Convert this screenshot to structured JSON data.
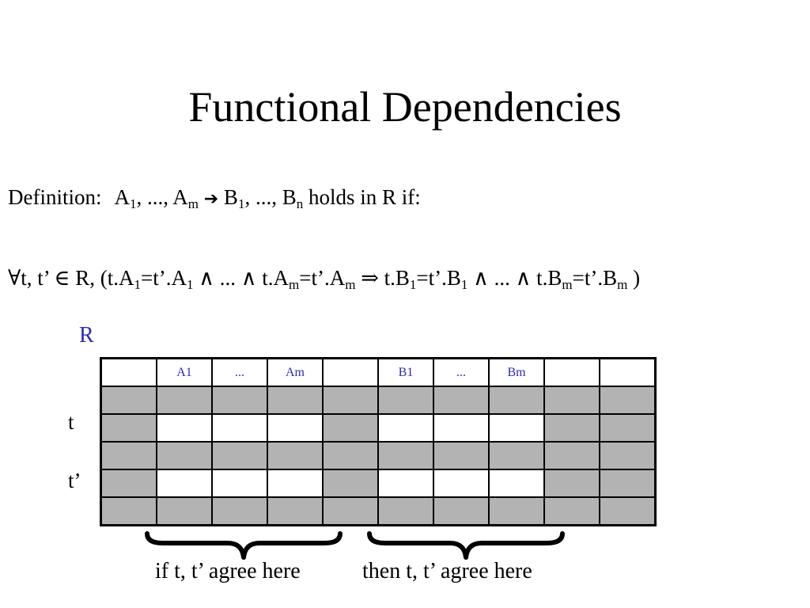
{
  "slide": {
    "title": "Functional Dependencies",
    "definition": {
      "label": "Definition:",
      "A": "A",
      "sub1": "1",
      "comma_ellipsis": ", ..., ",
      "subm": "m",
      "arrow": "➔",
      "B": "B",
      "subn": "n",
      "holds": " holds in R if:"
    },
    "formula": {
      "forall": "∀",
      "prefix": "t, t’ ",
      "in": "∈",
      "r_open": " R, (t.A",
      "sub1": "1",
      "eq_a": "=t’.A",
      "and": "∧",
      "ellipsis": " ... ",
      "t_a": " t.A",
      "subm": "m",
      "implies": "⇒",
      "t_b": " t.B",
      "eq_b": "=t’.B",
      "close": " )"
    },
    "relation_label": "R",
    "row_labels": [
      "t",
      "t’"
    ],
    "table_header": [
      "",
      "A1",
      "...",
      "Am",
      "",
      "B1",
      "...",
      "Bm",
      "",
      ""
    ],
    "captions": [
      "if t, t’ agree here",
      "then t, t’ agree here"
    ]
  }
}
